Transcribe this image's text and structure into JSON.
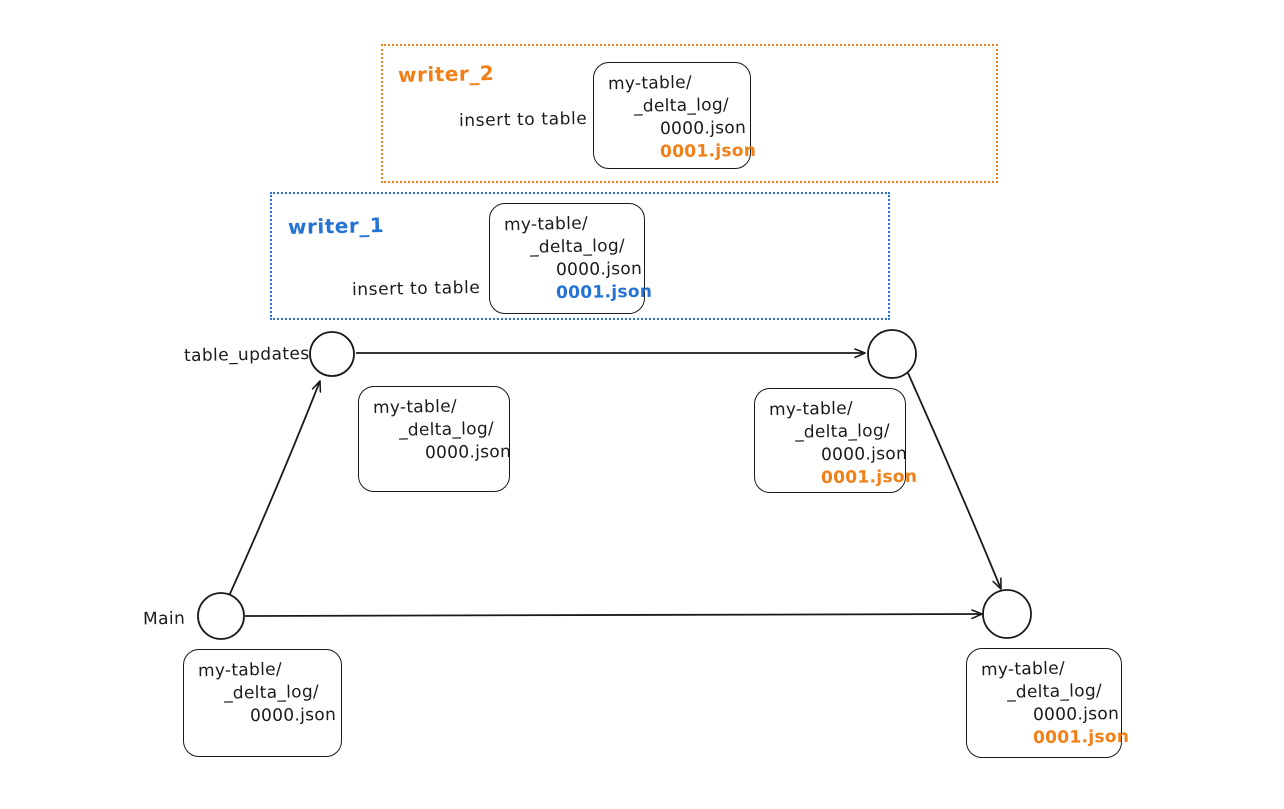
{
  "diagram": {
    "title": "delta-lake-branching",
    "colors": {
      "orange": "#F08017",
      "blue": "#2574D4",
      "ink": "#1a1a1a",
      "background": "#ffffff"
    }
  },
  "writer_groups": [
    {
      "id": "writer_2",
      "name": "writer_2",
      "accent": "#F08017",
      "action_label": "insert to table",
      "file_box": {
        "lines": [
          "my-table/",
          "_delta_log/",
          "0000.json",
          "0001.json"
        ],
        "highlight_line_index": 3
      }
    },
    {
      "id": "writer_1",
      "name": "writer_1",
      "accent": "#2574D4",
      "action_label": "insert to table",
      "file_box": {
        "lines": [
          "my-table/",
          "_delta_log/",
          "0000.json",
          "0001.json"
        ],
        "highlight_line_index": 3
      }
    }
  ],
  "branches": [
    {
      "id": "table_updates",
      "label": "table_updates"
    },
    {
      "id": "main",
      "label": "Main"
    }
  ],
  "file_boxes": [
    {
      "id": "table-updates-start",
      "lines": [
        "my-table/",
        "_delta_log/",
        "0000.json"
      ],
      "highlight_line_index": null
    },
    {
      "id": "table-updates-end",
      "lines": [
        "my-table/",
        "_delta_log/",
        "0000.json",
        "0001.json"
      ],
      "highlight_line_index": 3
    },
    {
      "id": "main-start",
      "lines": [
        "my-table/",
        "_delta_log/",
        "0000.json"
      ],
      "highlight_line_index": null
    },
    {
      "id": "main-end",
      "lines": [
        "my-table/",
        "_delta_log/",
        "0000.json",
        "0001.json"
      ],
      "highlight_line_index": 3
    }
  ]
}
